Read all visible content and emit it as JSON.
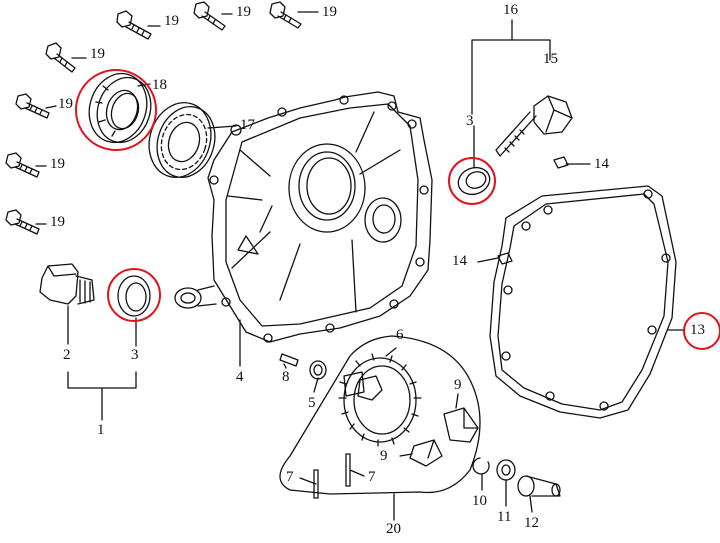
{
  "diagram": {
    "callouts": {
      "c1": "1",
      "c2": "2",
      "c3a": "3",
      "c3b": "3",
      "c4": "4",
      "c5": "5",
      "c6": "6",
      "c7a": "7",
      "c7b": "7",
      "c8": "8",
      "c9a": "9",
      "c9b": "9",
      "c10": "10",
      "c11": "11",
      "c12": "12",
      "c13": "13",
      "c14a": "14",
      "c14b": "14",
      "c15": "15",
      "c16": "16",
      "c17": "17",
      "c18": "18",
      "c19a": "19",
      "c19b": "19",
      "c19c": "19",
      "c19d": "19",
      "c19e": "19",
      "c19f": "19",
      "c19g": "19",
      "c20": "20"
    },
    "highlighted_parts": [
      "18",
      "3",
      "3",
      "13"
    ],
    "colors": {
      "highlight": "#e0141c",
      "ink": "#111111",
      "background": "#ffffff"
    }
  }
}
